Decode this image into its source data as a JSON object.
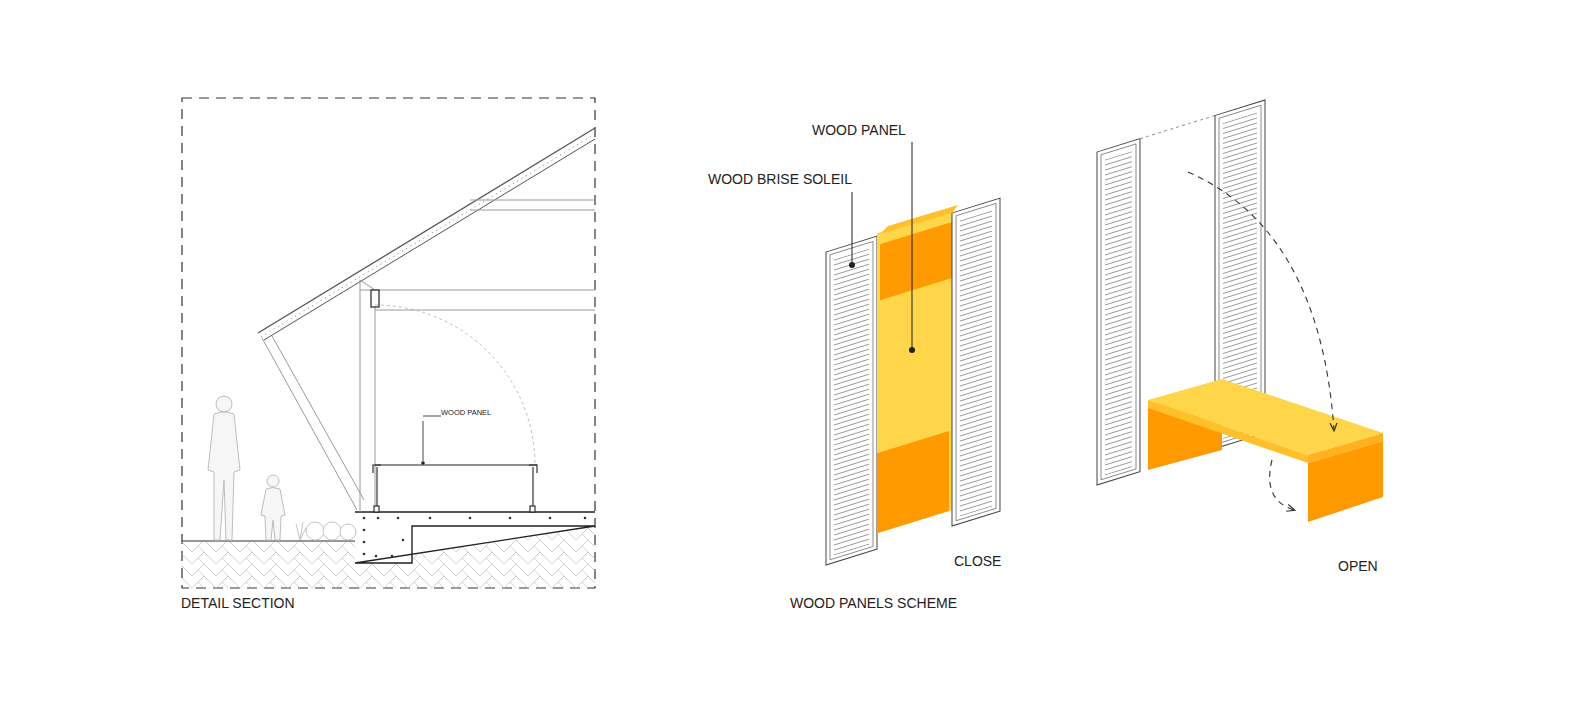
{
  "diagram": {
    "labels": [
      "WOOD PANEL",
      "DETAIL SECTION",
      "WOOD PANEL",
      "WOOD BRISE SOLEIL",
      "CLOSE",
      "OPEN",
      "WOOD PANELS SCHEME"
    ]
  }
}
